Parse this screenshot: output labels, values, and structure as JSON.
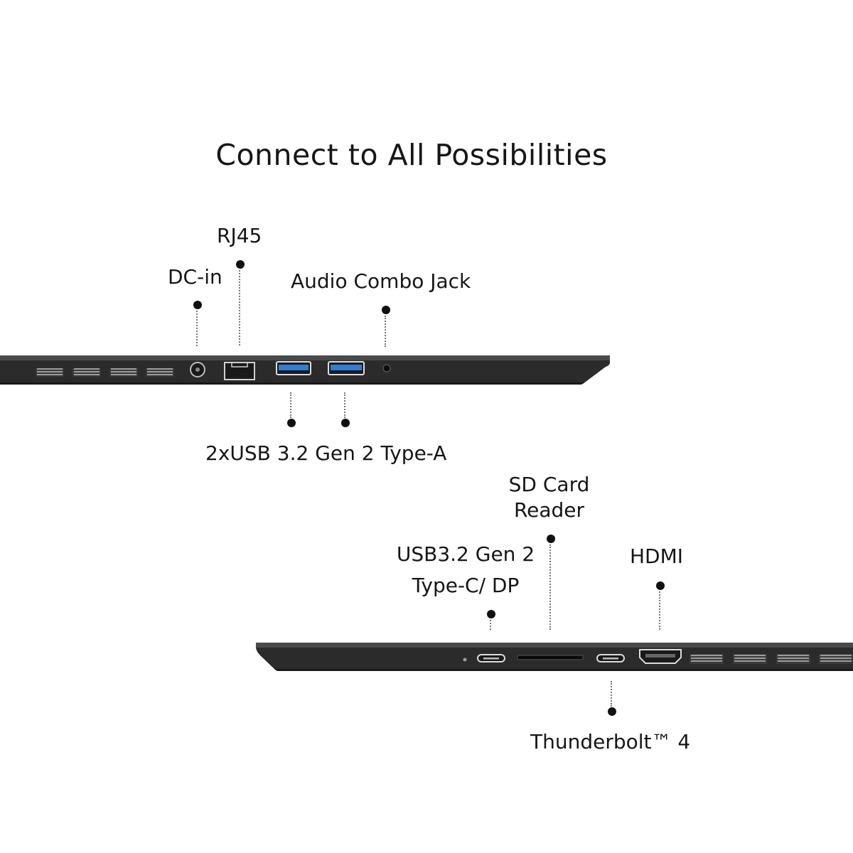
{
  "title": "Connect to All Possibilities",
  "left_side_labels": {
    "rj45": "RJ45",
    "dc_in": "DC-in",
    "audio": "Audio Combo Jack",
    "usb_a": "2xUSB 3.2 Gen 2 Type-A"
  },
  "right_side_labels": {
    "sd_line1": "SD Card",
    "sd_line2": "Reader",
    "usb_c_line1": "USB3.2 Gen 2",
    "usb_c_line2": "Type-C/ DP",
    "hdmi": "HDMI",
    "thunderbolt": "Thunderbolt™ 4"
  },
  "colors": {
    "chassis": "#2b2b2b",
    "usb_a_blue": "#2f7fd8"
  }
}
